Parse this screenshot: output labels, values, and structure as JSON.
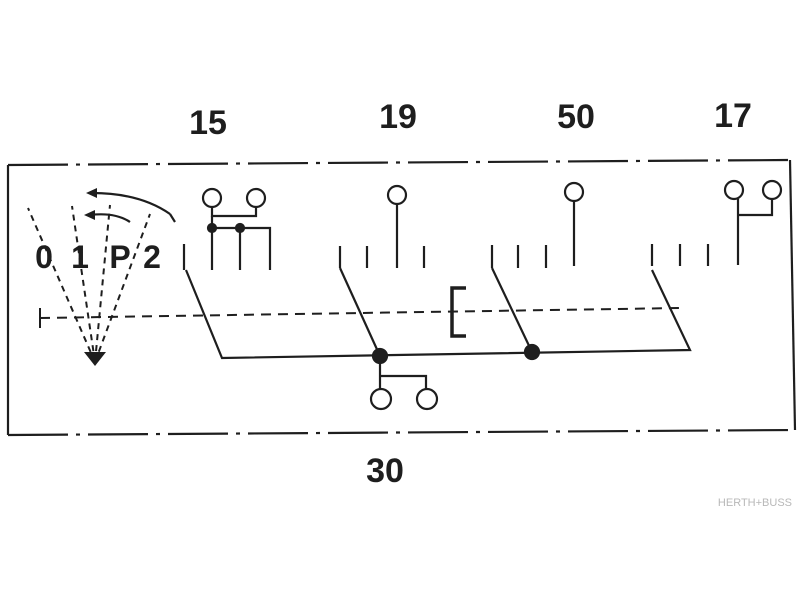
{
  "diagram": {
    "terminals": {
      "t15": "15",
      "t19": "19",
      "t50": "50",
      "t17": "17",
      "t30": "30"
    },
    "positions": [
      "0",
      "1",
      "P",
      "2"
    ],
    "watermark": "HERTH+BUSS"
  },
  "colors": {
    "ink": "#1e1e1e",
    "background": "#ffffff",
    "watermark": "#b8b8b8"
  }
}
